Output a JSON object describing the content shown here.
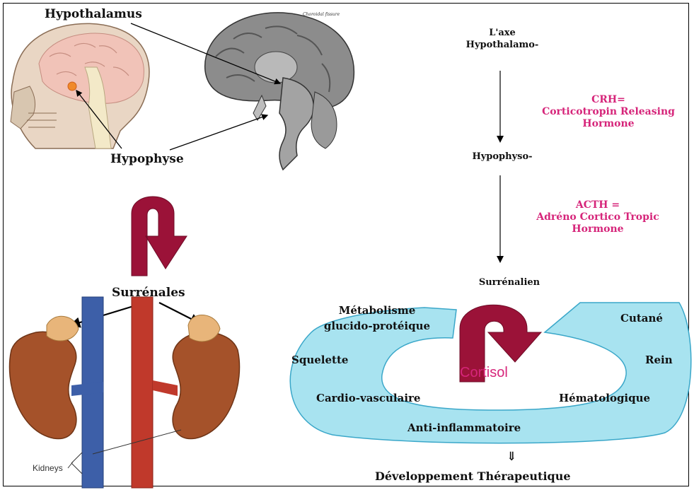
{
  "anatomy": {
    "hypothalamus_label": "Hypothalamus",
    "hypophyse_label": "Hypophyse",
    "surrenales_label": "Surrénales",
    "kidneys_label": "Kidneys",
    "brain_caption": "Choroidal fissure"
  },
  "axis": {
    "step1": "L'axe\nHypothalamo-",
    "crh": "CRH=\nCorticotropin Releasing\nHormone",
    "step2": "Hypophyso-",
    "acth": "ACTH =\nAdréno Cortico Tropic\nHormone",
    "step3": "Surrénalien"
  },
  "cortisol": {
    "center": "Cortisol",
    "targets": {
      "metabolisme": "Métabolisme\nglucido-protéique",
      "cutane": "Cutané",
      "squelette": "Squelette",
      "rein": "Rein",
      "cardio": "Cardio-vasculaire",
      "hemato": "Hématologique",
      "anti": "Anti-inflammatoire"
    },
    "arrow_glyph": "⇓",
    "footer": "Développement Thérapeutique"
  },
  "colors": {
    "accent_pink": "#d6257a",
    "arrow_maroon": "#9b1238",
    "ring_fill": "#a8e3f0",
    "ring_stroke": "#3aa7c9",
    "vein_blue": "#3d5fa8",
    "artery_red": "#c0392b",
    "kidney_brown": "#a5522a"
  }
}
